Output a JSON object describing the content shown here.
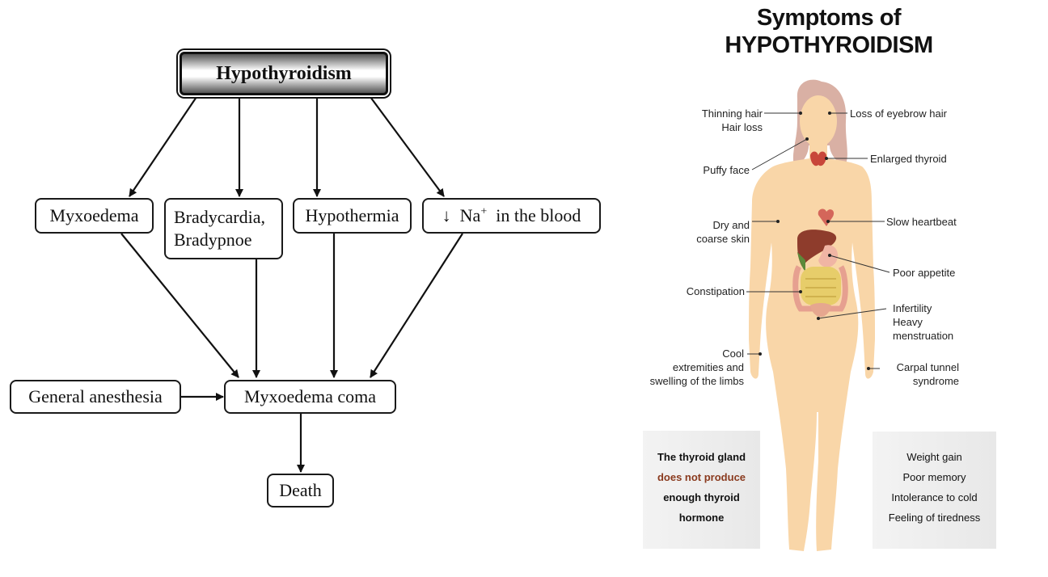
{
  "flowchart": {
    "root": "Hypothyroidism",
    "causes": {
      "myxoedema": "Myxoedema",
      "brady_line1": "Bradycardia,",
      "brady_line2": "Bradypnoe",
      "hypothermia": "Hypothermia",
      "sodium_arrow": "↓",
      "sodium_symbol": "Na",
      "sodium_charge": "+",
      "sodium_rest": "in the blood"
    },
    "general_anesthesia": "General anesthesia",
    "coma": "Myxoedema coma",
    "death": "Death"
  },
  "infographic": {
    "title_line1": "Symptoms of",
    "title_line2": "HYPOTHYROIDISM",
    "left_labels": {
      "thinning_hair": "Thinning hair",
      "hair_loss": "Hair loss",
      "puffy_face": "Puffy face",
      "dry_1": "Dry and",
      "dry_2": "coarse skin",
      "constipation": "Constipation",
      "cool_1": "Cool",
      "cool_2": "extremities and",
      "cool_3": "swelling of the limbs"
    },
    "right_labels": {
      "eyebrow": "Loss of eyebrow hair",
      "thyroid": "Enlarged thyroid",
      "heartbeat": "Slow heartbeat",
      "appetite": "Poor appetite",
      "infertility_1": "Infertility",
      "infertility_2": "Heavy",
      "infertility_3": "menstruation",
      "carpal_1": "Carpal tunnel",
      "carpal_2": "syndrome"
    },
    "left_panel": {
      "line1": "The thyroid gland",
      "line2": "does not produce",
      "line3": "enough thyroid",
      "line4": "hormone"
    },
    "right_panel": {
      "line1": "Weight gain",
      "line2": "Poor memory",
      "line3": "Intolerance to cold",
      "line4": "Feeling of tiredness"
    },
    "colors": {
      "skin": "#f9d6a8",
      "hair": "#d9b0a4",
      "accent_text": "#8a3a1e",
      "thyroid": "#c8463a"
    }
  }
}
